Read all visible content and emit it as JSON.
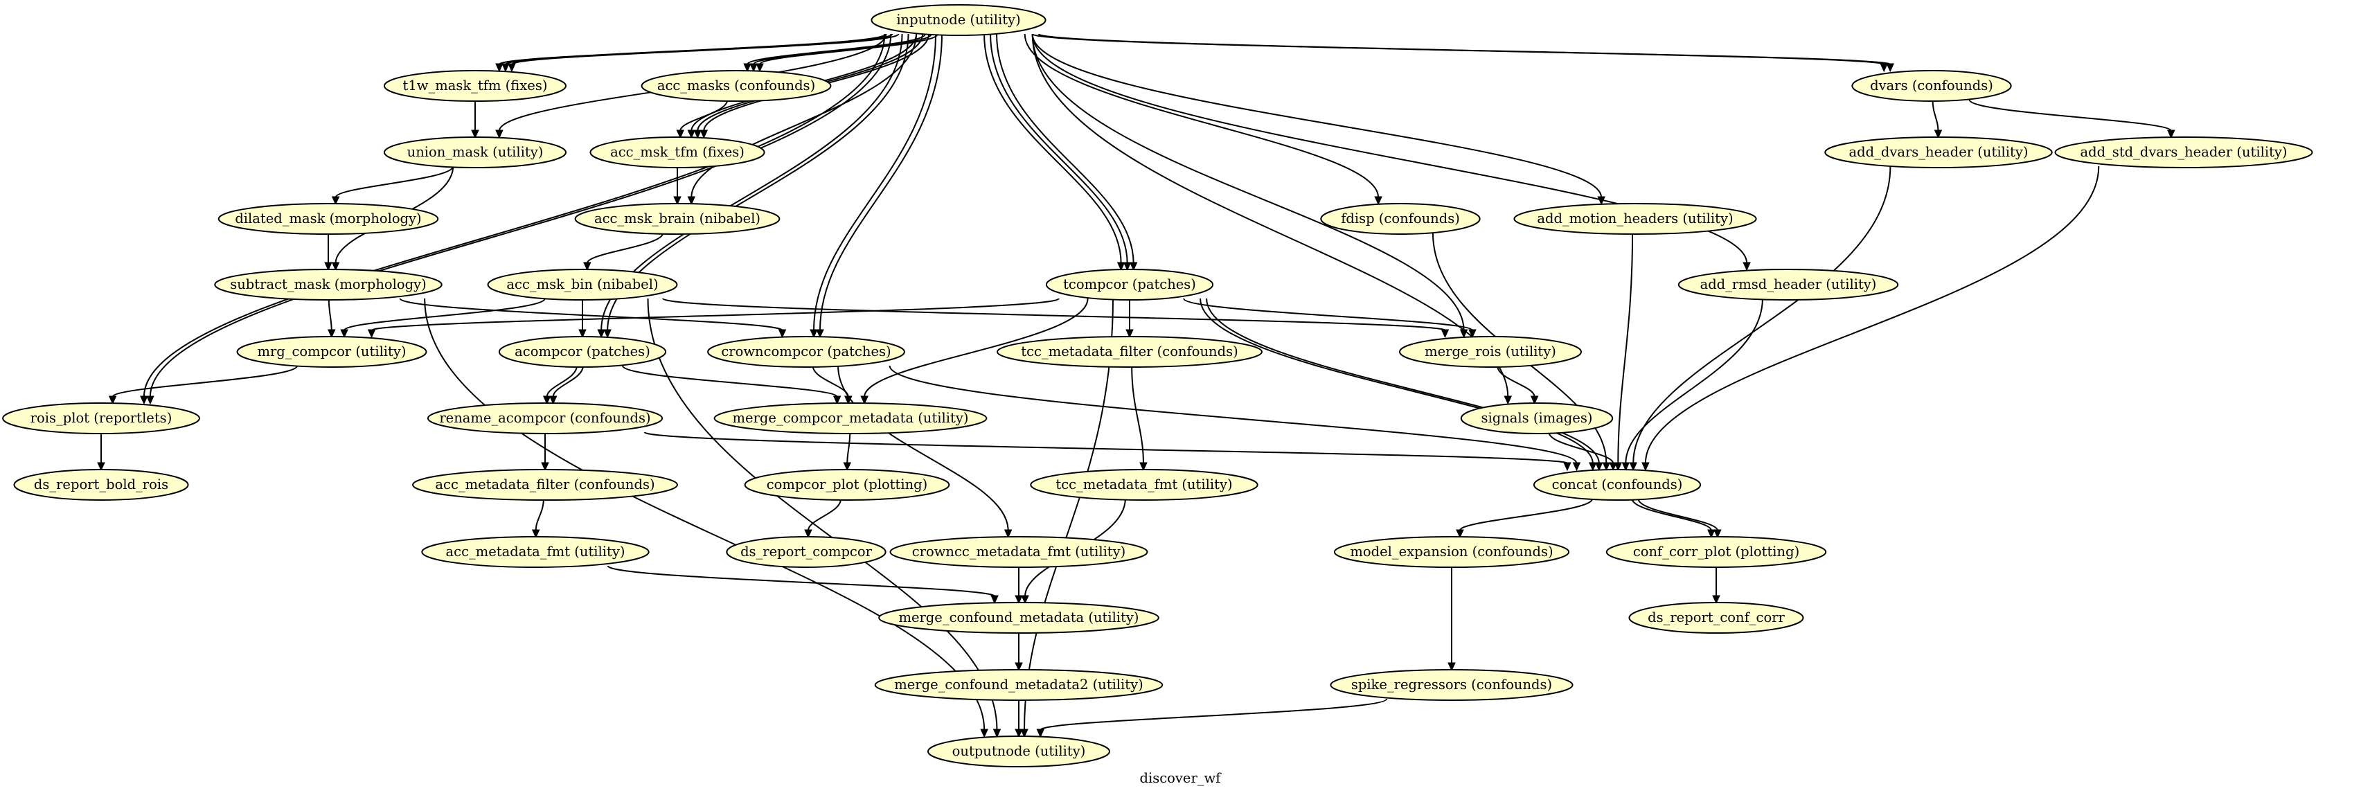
{
  "graph": {
    "label": "discover_wf",
    "nodes": [
      {
        "id": "inputnode",
        "label": "inputnode (utility)"
      },
      {
        "id": "t1w_mask_tfm",
        "label": "t1w_mask_tfm (fixes)"
      },
      {
        "id": "acc_masks",
        "label": "acc_masks (confounds)"
      },
      {
        "id": "dvars",
        "label": "dvars (confounds)"
      },
      {
        "id": "union_mask",
        "label": "union_mask (utility)"
      },
      {
        "id": "acc_msk_tfm",
        "label": "acc_msk_tfm (fixes)"
      },
      {
        "id": "add_dvars_header",
        "label": "add_dvars_header (utility)"
      },
      {
        "id": "add_std_dvars_header",
        "label": "add_std_dvars_header (utility)"
      },
      {
        "id": "dilated_mask",
        "label": "dilated_mask (morphology)"
      },
      {
        "id": "acc_msk_brain",
        "label": "acc_msk_brain (nibabel)"
      },
      {
        "id": "fdisp",
        "label": "fdisp (confounds)"
      },
      {
        "id": "add_motion_headers",
        "label": "add_motion_headers (utility)"
      },
      {
        "id": "subtract_mask",
        "label": "subtract_mask (morphology)"
      },
      {
        "id": "acc_msk_bin",
        "label": "acc_msk_bin (nibabel)"
      },
      {
        "id": "tcompcor",
        "label": "tcompcor (patches)"
      },
      {
        "id": "add_rmsd_header",
        "label": "add_rmsd_header (utility)"
      },
      {
        "id": "mrg_compcor",
        "label": "mrg_compcor (utility)"
      },
      {
        "id": "acompcor",
        "label": "acompcor (patches)"
      },
      {
        "id": "crowncompcor",
        "label": "crowncompcor (patches)"
      },
      {
        "id": "tcc_metadata_filter",
        "label": "tcc_metadata_filter (confounds)"
      },
      {
        "id": "merge_rois",
        "label": "merge_rois (utility)"
      },
      {
        "id": "rois_plot",
        "label": "rois_plot (reportlets)"
      },
      {
        "id": "rename_acompcor",
        "label": "rename_acompcor (confounds)"
      },
      {
        "id": "merge_compcor_metadata",
        "label": "merge_compcor_metadata (utility)"
      },
      {
        "id": "signals",
        "label": "signals (images)"
      },
      {
        "id": "ds_report_bold_rois",
        "label": "ds_report_bold_rois"
      },
      {
        "id": "acc_metadata_filter",
        "label": "acc_metadata_filter (confounds)"
      },
      {
        "id": "compcor_plot",
        "label": "compcor_plot (plotting)"
      },
      {
        "id": "tcc_metadata_fmt",
        "label": "tcc_metadata_fmt (utility)"
      },
      {
        "id": "concat",
        "label": "concat (confounds)"
      },
      {
        "id": "acc_metadata_fmt",
        "label": "acc_metadata_fmt (utility)"
      },
      {
        "id": "ds_report_compcor",
        "label": "ds_report_compcor"
      },
      {
        "id": "crowncc_metadata_fmt",
        "label": "crowncc_metadata_fmt (utility)"
      },
      {
        "id": "model_expansion",
        "label": "model_expansion (confounds)"
      },
      {
        "id": "conf_corr_plot",
        "label": "conf_corr_plot (plotting)"
      },
      {
        "id": "merge_confound_metadata",
        "label": "merge_confound_metadata (utility)"
      },
      {
        "id": "ds_report_conf_corr",
        "label": "ds_report_conf_corr"
      },
      {
        "id": "merge_confound_metadata2",
        "label": "merge_confound_metadata2 (utility)"
      },
      {
        "id": "spike_regressors",
        "label": "spike_regressors (confounds)"
      },
      {
        "id": "outputnode",
        "label": "outputnode (utility)"
      }
    ],
    "edges": [
      [
        "inputnode",
        "t1w_mask_tfm"
      ],
      [
        "inputnode",
        "t1w_mask_tfm"
      ],
      [
        "inputnode",
        "t1w_mask_tfm"
      ],
      [
        "inputnode",
        "acc_masks"
      ],
      [
        "inputnode",
        "acc_masks"
      ],
      [
        "inputnode",
        "acc_masks"
      ],
      [
        "inputnode",
        "dvars"
      ],
      [
        "inputnode",
        "dvars"
      ],
      [
        "inputnode",
        "union_mask"
      ],
      [
        "inputnode",
        "acc_msk_tfm"
      ],
      [
        "inputnode",
        "acc_msk_tfm"
      ],
      [
        "inputnode",
        "acc_msk_tfm"
      ],
      [
        "inputnode",
        "acc_msk_brain"
      ],
      [
        "inputnode",
        "fdisp"
      ],
      [
        "inputnode",
        "add_motion_headers"
      ],
      [
        "inputnode",
        "tcompcor"
      ],
      [
        "inputnode",
        "tcompcor"
      ],
      [
        "inputnode",
        "tcompcor"
      ],
      [
        "inputnode",
        "add_rmsd_header"
      ],
      [
        "inputnode",
        "acompcor"
      ],
      [
        "inputnode",
        "acompcor"
      ],
      [
        "inputnode",
        "crowncompcor"
      ],
      [
        "inputnode",
        "crowncompcor"
      ],
      [
        "inputnode",
        "merge_rois"
      ],
      [
        "inputnode",
        "rois_plot"
      ],
      [
        "inputnode",
        "rois_plot"
      ],
      [
        "inputnode",
        "signals"
      ],
      [
        "t1w_mask_tfm",
        "union_mask"
      ],
      [
        "acc_masks",
        "acc_msk_tfm"
      ],
      [
        "dvars",
        "add_dvars_header"
      ],
      [
        "dvars",
        "add_std_dvars_header"
      ],
      [
        "union_mask",
        "dilated_mask"
      ],
      [
        "union_mask",
        "subtract_mask"
      ],
      [
        "acc_msk_tfm",
        "acc_msk_brain"
      ],
      [
        "add_dvars_header",
        "concat"
      ],
      [
        "add_std_dvars_header",
        "concat"
      ],
      [
        "dilated_mask",
        "subtract_mask"
      ],
      [
        "acc_msk_brain",
        "acc_msk_bin"
      ],
      [
        "fdisp",
        "concat"
      ],
      [
        "add_motion_headers",
        "concat"
      ],
      [
        "subtract_mask",
        "mrg_compcor"
      ],
      [
        "subtract_mask",
        "crowncompcor"
      ],
      [
        "subtract_mask",
        "outputnode"
      ],
      [
        "acc_msk_bin",
        "mrg_compcor"
      ],
      [
        "acc_msk_bin",
        "acompcor"
      ],
      [
        "acc_msk_bin",
        "merge_rois"
      ],
      [
        "acc_msk_bin",
        "outputnode"
      ],
      [
        "tcompcor",
        "mrg_compcor"
      ],
      [
        "tcompcor",
        "tcc_metadata_filter"
      ],
      [
        "tcompcor",
        "merge_rois"
      ],
      [
        "tcompcor",
        "merge_compcor_metadata"
      ],
      [
        "tcompcor",
        "concat"
      ],
      [
        "tcompcor",
        "concat"
      ],
      [
        "tcompcor",
        "outputnode"
      ],
      [
        "add_rmsd_header",
        "concat"
      ],
      [
        "mrg_compcor",
        "rois_plot"
      ],
      [
        "acompcor",
        "rename_acompcor"
      ],
      [
        "acompcor",
        "rename_acompcor"
      ],
      [
        "acompcor",
        "merge_compcor_metadata"
      ],
      [
        "crowncompcor",
        "merge_compcor_metadata"
      ],
      [
        "crowncompcor",
        "crowncc_metadata_fmt"
      ],
      [
        "crowncompcor",
        "concat"
      ],
      [
        "tcc_metadata_filter",
        "tcc_metadata_fmt"
      ],
      [
        "merge_rois",
        "signals"
      ],
      [
        "rois_plot",
        "ds_report_bold_rois"
      ],
      [
        "rename_acompcor",
        "acc_metadata_filter"
      ],
      [
        "rename_acompcor",
        "concat"
      ],
      [
        "merge_compcor_metadata",
        "compcor_plot"
      ],
      [
        "signals",
        "concat"
      ],
      [
        "acc_metadata_filter",
        "acc_metadata_fmt"
      ],
      [
        "compcor_plot",
        "ds_report_compcor"
      ],
      [
        "tcc_metadata_fmt",
        "merge_confound_metadata"
      ],
      [
        "concat",
        "model_expansion"
      ],
      [
        "concat",
        "conf_corr_plot"
      ],
      [
        "concat",
        "conf_corr_plot"
      ],
      [
        "acc_metadata_fmt",
        "merge_confound_metadata"
      ],
      [
        "crowncc_metadata_fmt",
        "merge_confound_metadata"
      ],
      [
        "model_expansion",
        "spike_regressors"
      ],
      [
        "conf_corr_plot",
        "ds_report_conf_corr"
      ],
      [
        "merge_confound_metadata",
        "merge_confound_metadata2"
      ],
      [
        "merge_confound_metadata2",
        "outputnode"
      ],
      [
        "spike_regressors",
        "outputnode"
      ]
    ]
  }
}
